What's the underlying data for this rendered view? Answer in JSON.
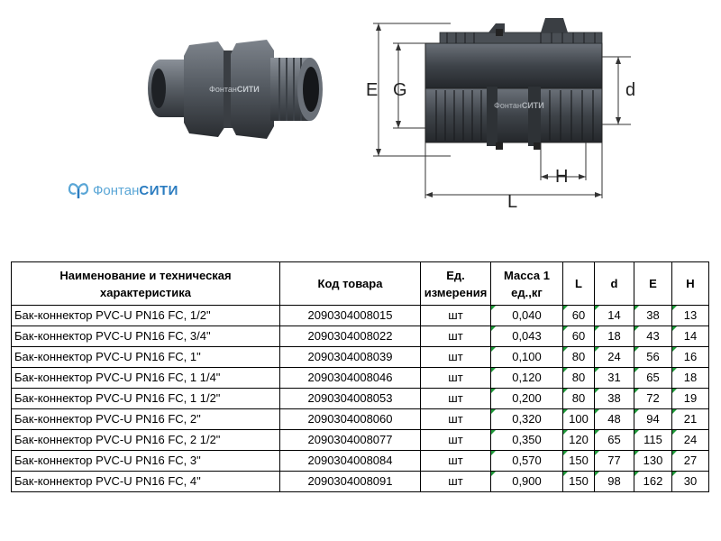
{
  "logo": {
    "text_light": "Фонтан",
    "text_bold": "СИТИ"
  },
  "photo": {
    "watermark_light": "Фонтан",
    "watermark_bold": "СИТИ"
  },
  "drawing": {
    "labels": {
      "E": "E",
      "G": "G",
      "d": "d",
      "H": "H",
      "L": "L"
    },
    "watermark_light": "Фонтан",
    "watermark_bold": "СИТИ"
  },
  "colors": {
    "pipe_gray": "#5a6068",
    "accent_green": "#1f9a3a",
    "logo_blue": "#2b7cc0"
  },
  "table": {
    "headers": {
      "name": "Наименование и техническая характеристика",
      "code": "Код товара",
      "unit": "Ед. измерения",
      "mass": "Масса 1 ед.,кг",
      "L": "L",
      "d": "d",
      "E": "E",
      "H": "H"
    },
    "rows": [
      {
        "name": "Бак-коннектор PVC-U PN16 FC, 1/2\"",
        "code": "2090304008015",
        "unit": "шт",
        "mass": "0,040",
        "L": "60",
        "d": "14",
        "E": "38",
        "H": "13"
      },
      {
        "name": "Бак-коннектор PVC-U PN16 FC, 3/4\"",
        "code": "2090304008022",
        "unit": "шт",
        "mass": "0,043",
        "L": "60",
        "d": "18",
        "E": "43",
        "H": "14"
      },
      {
        "name": "Бак-коннектор PVC-U PN16 FC, 1\"",
        "code": "2090304008039",
        "unit": "шт",
        "mass": "0,100",
        "L": "80",
        "d": "24",
        "E": "56",
        "H": "16"
      },
      {
        "name": "Бак-коннектор PVC-U PN16 FC, 1 1/4\"",
        "code": "2090304008046",
        "unit": "шт",
        "mass": "0,120",
        "L": "80",
        "d": "31",
        "E": "65",
        "H": "18"
      },
      {
        "name": "Бак-коннектор PVC-U PN16 FC, 1 1/2\"",
        "code": "2090304008053",
        "unit": "шт",
        "mass": "0,200",
        "L": "80",
        "d": "38",
        "E": "72",
        "H": "19"
      },
      {
        "name": "Бак-коннектор PVC-U PN16 FC, 2\"",
        "code": "2090304008060",
        "unit": "шт",
        "mass": "0,320",
        "L": "100",
        "d": "48",
        "E": "94",
        "H": "21"
      },
      {
        "name": "Бак-коннектор PVC-U PN16 FC, 2 1/2\"",
        "code": "2090304008077",
        "unit": "шт",
        "mass": "0,350",
        "L": "120",
        "d": "65",
        "E": "115",
        "H": "24"
      },
      {
        "name": "Бак-коннектор PVC-U PN16 FC, 3\"",
        "code": "2090304008084",
        "unit": "шт",
        "mass": "0,570",
        "L": "150",
        "d": "77",
        "E": "130",
        "H": "27"
      },
      {
        "name": "Бак-коннектор PVC-U PN16 FC, 4\"",
        "code": "2090304008091",
        "unit": "шт",
        "mass": "0,900",
        "L": "150",
        "d": "98",
        "E": "162",
        "H": "30"
      }
    ]
  }
}
